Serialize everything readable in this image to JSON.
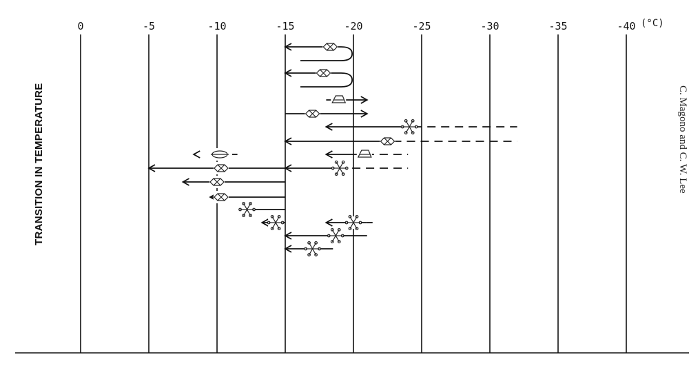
{
  "figure": {
    "ylabel": "TRANSITION IN TEMPERATURE",
    "unit": "(°C)",
    "author": "C. Magono and C. W. Lee",
    "ticks": [
      "0",
      "-5",
      "-10",
      "-15",
      "-20",
      "-25",
      "-30",
      "-35",
      "-40"
    ]
  },
  "chart_data": {
    "type": "diagram",
    "axis": {
      "tick_values": [
        0,
        -5,
        -10,
        -15,
        -20,
        -25,
        -30,
        -35,
        -40
      ],
      "range": [
        0,
        -40
      ]
    },
    "transitions": [
      {
        "from": -19.5,
        "to": -15,
        "loop_to": -19.5,
        "crystal": "capped-column-icon"
      },
      {
        "from": -18.5,
        "to": -15,
        "loop_to": -19.5,
        "crystal": "bullet-combination-icon"
      },
      {
        "from": -18,
        "to": -21,
        "crystal": "sheath-icon"
      },
      {
        "from": -15,
        "to": -21,
        "crystal": "double-plate-icon"
      },
      {
        "from": -24,
        "to": -18,
        "dashed_to": -32,
        "crystal": "dendrite-cluster-icon"
      },
      {
        "from": -22.5,
        "to": -15,
        "dashed_to": -32,
        "crystal": "crossed-plates-icon"
      },
      {
        "from": -20.5,
        "to": -18,
        "dashed_to": -24,
        "crystal": "cup-icon"
      },
      {
        "from": -19.5,
        "to": -15,
        "dashed_to": -24,
        "crystal": "spatial-dendrite-icon"
      },
      {
        "from": -10,
        "to": -9,
        "dashed_to": -12,
        "crystal": "needle-icon"
      },
      {
        "from": -15,
        "to": -5,
        "crystal": "column-arrow-icon"
      },
      {
        "from": -15,
        "to": -7.5,
        "crystal": "bullet-pair-icon"
      },
      {
        "from": -15,
        "to": -9.5,
        "crystal": "combination-icon"
      },
      {
        "from": -15,
        "to": -12.2,
        "crystal": "stellar-dendrite-icon"
      },
      {
        "from": -15,
        "to": -13.3,
        "crystal": "fern-dendrite-icon"
      },
      {
        "from": -21,
        "to": -18,
        "dashed_to": -21,
        "crystal": "radiating-plates-icon"
      },
      {
        "from": -21,
        "to": -15,
        "crystal": "broad-branch-icon"
      },
      {
        "from": -18.5,
        "to": -15,
        "crystal": "stellar-plate-icon"
      }
    ]
  }
}
